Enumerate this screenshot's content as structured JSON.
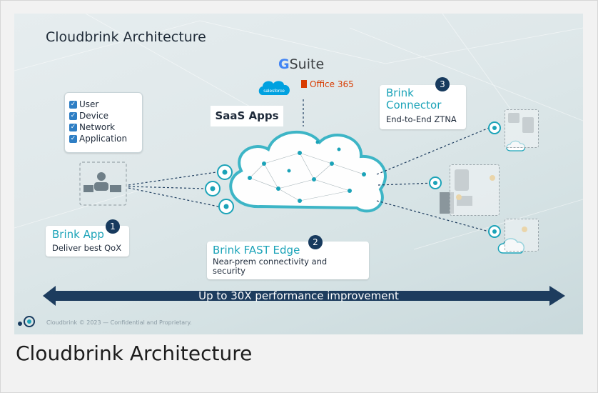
{
  "slide": {
    "title": "Cloudbrink Architecture",
    "checklist": [
      "User",
      "Device",
      "Network",
      "Application"
    ],
    "saas_label": "SaaS Apps",
    "gsuite_g": "G",
    "gsuite_text": "Suite",
    "salesforce": "salesforce",
    "office365": "Office 365",
    "brink_app": {
      "badge": "1",
      "title": "Brink App",
      "subtitle": "Deliver best QoX"
    },
    "fast_edge": {
      "badge": "2",
      "title": "Brink FAST Edge",
      "subtitle": "Near-prem connectivity and security"
    },
    "connector": {
      "badge": "3",
      "title": "Brink Connector",
      "subtitle": "End-to-End ZTNA"
    },
    "banner": "Up to 30X performance improvement",
    "footer": "Cloudbrink © 2023 — Confidential and Proprietary."
  },
  "caption": "Cloudbrink Architecture",
  "colors": {
    "teal": "#1ba3b8",
    "navy": "#173a5e",
    "banner": "#1d3c5e",
    "office": "#d83b01",
    "salesforce": "#00a1e0"
  }
}
